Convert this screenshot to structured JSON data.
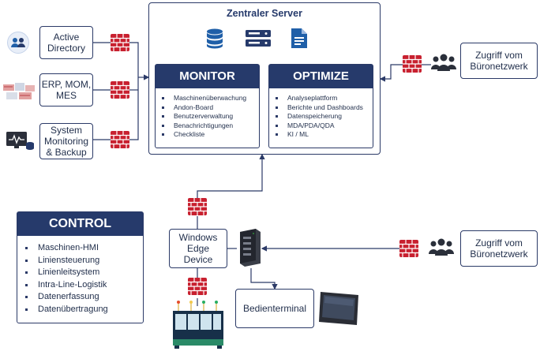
{
  "server": {
    "title": "Zentraler Server",
    "monitor": {
      "title": "MONITOR",
      "items": [
        "Maschinenüberwachung",
        "Andon-Board",
        "Benutzerverwaltung",
        "Benachrichtigungen",
        "Checkliste"
      ]
    },
    "optimize": {
      "title": "OPTIMIZE",
      "items": [
        "Analyseplattform",
        "Berichte und Dashboards",
        "Datenspeicherung",
        "MDA/PDA/QDA",
        "KI / ML"
      ]
    }
  },
  "left_systems": [
    {
      "label": "Active\nDirectory"
    },
    {
      "label": "ERP, MOM,\nMES"
    },
    {
      "label": "System\nMonitoring\n& Backup"
    }
  ],
  "remote_access_top": {
    "label": "Zugriff vom\nBüronetzwerk"
  },
  "remote_access_bottom": {
    "label": "Zugriff vom\nBüronetzwerk"
  },
  "edge_device": {
    "label": "Windows\nEdge\nDevice"
  },
  "terminal": {
    "label": "Bedienterminal"
  },
  "control": {
    "title": "CONTROL",
    "items": [
      "Maschinen-HMI",
      "Liniensteuerung",
      "Linienleitsystem",
      "Intra-Line-Logistik",
      "Datenerfassung",
      "Datenübertragung"
    ]
  },
  "colors": {
    "navy": "#263a6b",
    "firewall": "#c8202f",
    "edge_line": "#2b3a67"
  }
}
